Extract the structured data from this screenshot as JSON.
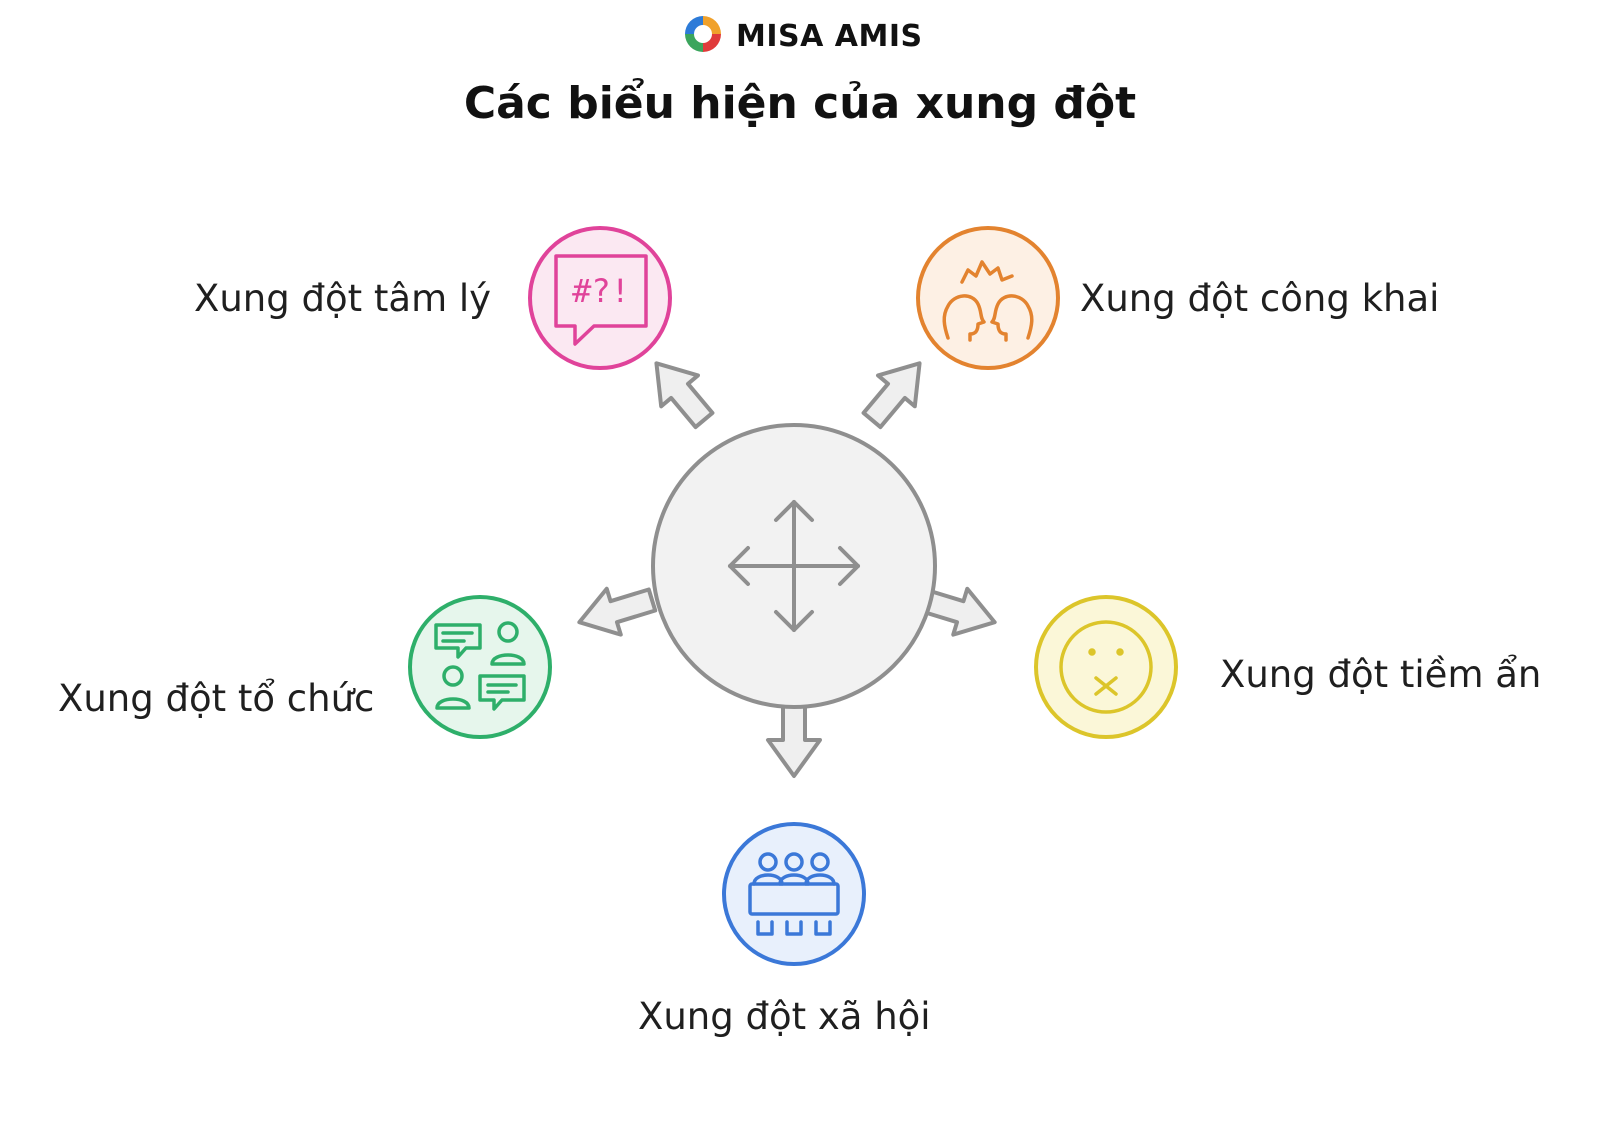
{
  "brand": {
    "name": "MISA AMIS"
  },
  "title": "Các biểu hiện của xung đột",
  "center": {
    "icon": "move-arrows-icon"
  },
  "nodes": [
    {
      "label": "Xung đột tâm lý",
      "icon": "speech-bubble-symbols-icon",
      "color": "#e0439a"
    },
    {
      "label": "Xung đột công khai",
      "icon": "arguing-heads-icon",
      "color": "#e3832f"
    },
    {
      "label": "Xung đột tổ chức",
      "icon": "team-chat-icon",
      "color": "#2eaf6a"
    },
    {
      "label": "Xung đột tiềm ẩn",
      "icon": "unhappy-face-icon",
      "color": "#dcc52a"
    },
    {
      "label": "Xung đột xã hội",
      "icon": "meeting-table-icon",
      "color": "#3b78d8"
    }
  ]
}
